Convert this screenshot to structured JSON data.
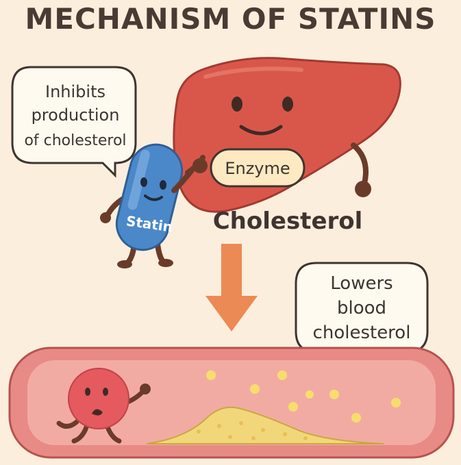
{
  "title": "MECHANISM OF STATINS",
  "bubble_left": {
    "line1": "Inhibits",
    "line2": "production",
    "line3": "of cholesterol"
  },
  "bubble_right": {
    "line1": "Lowers",
    "line2": "blood",
    "line3": "cholesterol"
  },
  "liver": {
    "enzyme_label": "Enzyme"
  },
  "pill": {
    "label": "Statin"
  },
  "cholesterol_label": "Cholesterol",
  "colors": {
    "background": "#fbeedd",
    "liver": "#d9574a",
    "pill": "#4a88c9",
    "arrow": "#ec8a55",
    "vessel": "#e88a86",
    "plaque": "#f2d77a",
    "blood_cell": "#e45a5f"
  }
}
